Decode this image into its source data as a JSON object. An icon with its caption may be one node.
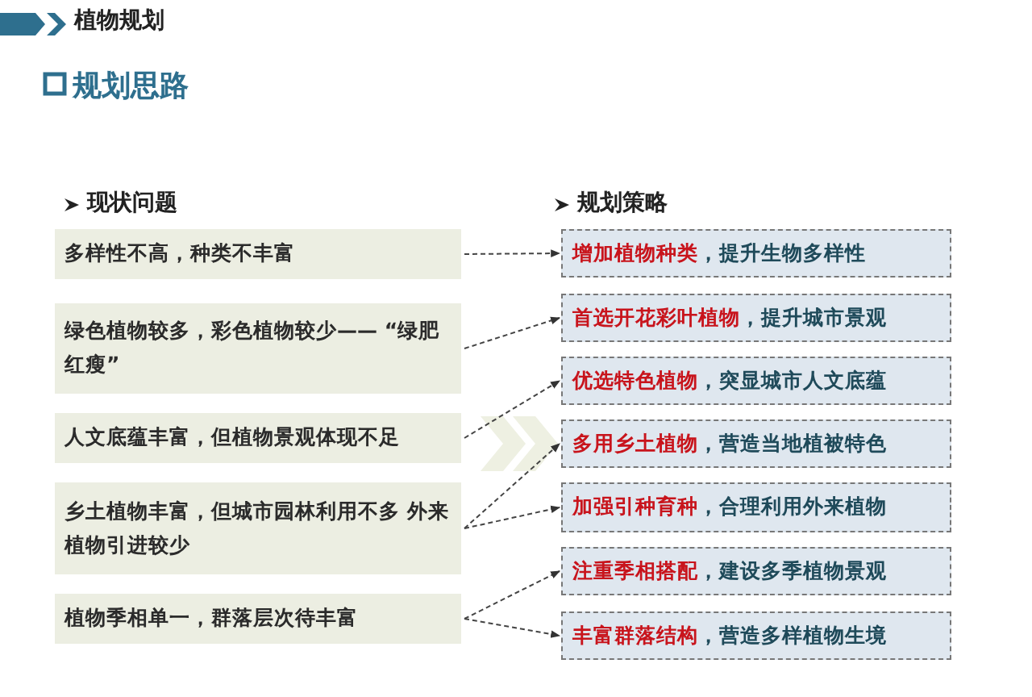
{
  "diagram": {
    "title": "植物规划",
    "nodes": [
      {
        "text": [
          "多样性不高，种类不丰富"
        ]
      },
      {
        "text": [
          "绿色植物较多，彩色植物较少—— “绿肥红瘦”"
        ]
      },
      {
        "text": [
          "人文底蕴丰富，但植物景观体现不足"
        ]
      },
      {
        "text": [
          "乡土植物丰富，但城市园林利用不多 外来植物引进较少"
        ]
      },
      {
        "text": [
          "植物季相单一，群落层次待丰富"
        ]
      },
      {
        "text": [
          "**增加植物种类**，提升生物多样性"
        ]
      },
      {
        "text": [
          "**首选开花彩叶植物**，提升城市景观"
        ]
      },
      {
        "text": [
          "**优选特色植物**，突显城市人文底蕴"
        ]
      },
      {
        "text": [
          "**多用乡土植物**，营造当地植被特色"
        ]
      },
      {
        "text": [
          "**加强引种育种**，合理利用外来植物"
        ]
      },
      {
        "text": [
          "**注重季相搭配**，建设多季植物景观"
        ]
      },
      {
        "text": [
          "**丰富群落结构**，营造多样植物生境"
        ]
      }
    ],
    "edges": [
      {
        "from": 0,
        "to": 5,
        "arrow": "to",
        "style": "dashed"
      },
      {
        "from": 1,
        "to": 6,
        "arrow": "to",
        "style": "dashed"
      },
      {
        "from": 2,
        "to": 7,
        "arrow": "to",
        "style": "dashed"
      },
      {
        "from": 3,
        "to": 8,
        "arrow": "to",
        "style": "dashed"
      },
      {
        "from": 3,
        "to": 9,
        "arrow": "to",
        "style": "dashed"
      },
      {
        "from": 4,
        "to": 10,
        "arrow": "to",
        "style": "dashed"
      },
      {
        "from": 4,
        "to": 11,
        "arrow": "to",
        "style": "dashed"
      }
    ],
    "labels": [
      "规划思路",
      "现状问题",
      "规划策略"
    ]
  }
}
